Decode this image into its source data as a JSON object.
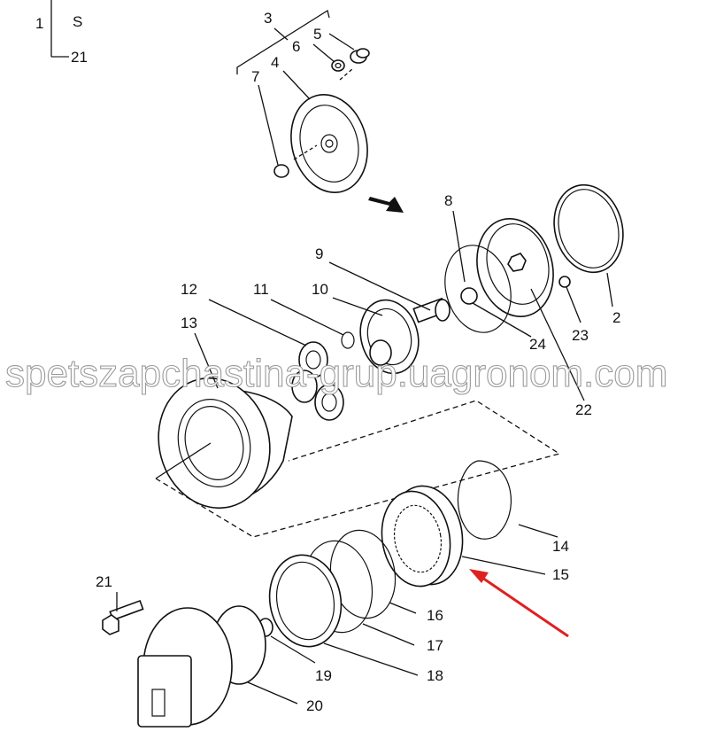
{
  "legend": {
    "assembly": "1",
    "symbol": "S",
    "bolt": "21"
  },
  "callouts": [
    "2",
    "3",
    "4",
    "5",
    "6",
    "7",
    "8",
    "9",
    "10",
    "11",
    "12",
    "13",
    "14",
    "15",
    "16",
    "17",
    "18",
    "19",
    "20",
    "21",
    "22",
    "23",
    "24"
  ],
  "watermark": "spetszapchastina-grup.uagronom.com",
  "highlight_color": "#e02020"
}
